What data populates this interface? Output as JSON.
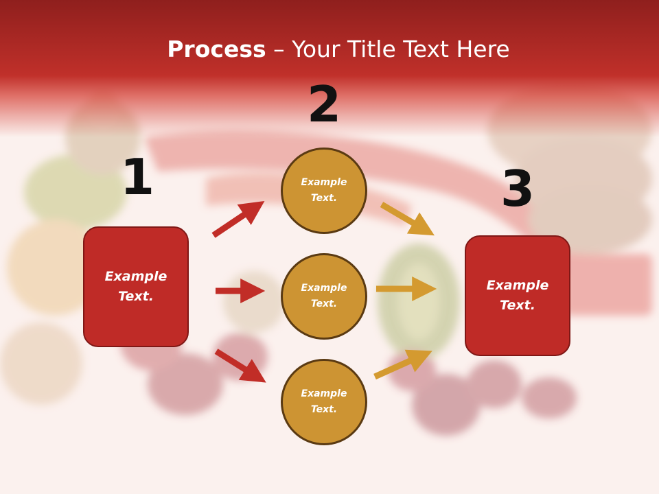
{
  "slide": {
    "title_bold": "Process",
    "title_rest": " – Your Title Text Here",
    "steps": [
      "1",
      "2",
      "3"
    ],
    "left_box_text": "Example\nText.",
    "right_box_text": "Example\nText.",
    "circles": [
      "Example\nText.",
      "Example\nText.",
      "Example\nText."
    ]
  },
  "colors": {
    "box_fill": "#bf2b27",
    "circle_fill": "#cd9433",
    "red_arrow": "#c12d27",
    "gold_arrow": "#d49a30",
    "header": "#c0302a"
  }
}
